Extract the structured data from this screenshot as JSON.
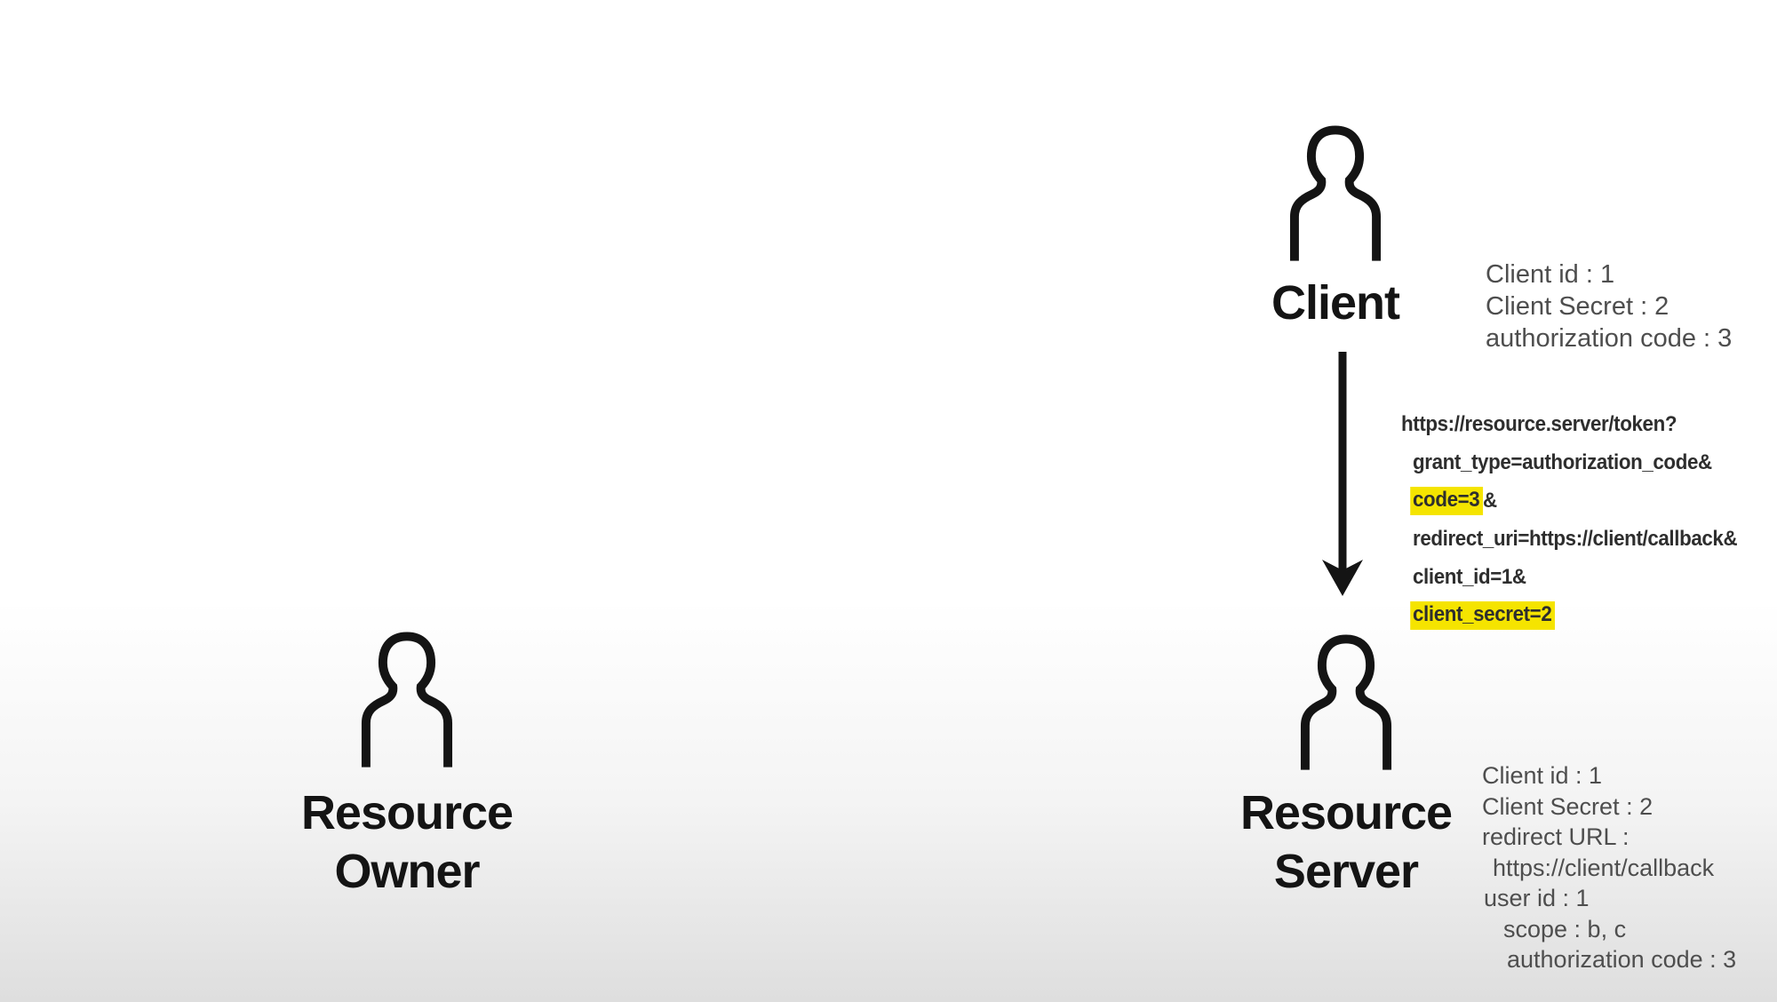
{
  "client": {
    "icon": "person",
    "label": "Client",
    "info": [
      "Client id : 1",
      "Client Secret : 2",
      "authorization code : 3"
    ]
  },
  "request": {
    "lines": [
      {
        "text": "https://resource.server/token?"
      },
      {
        "text": "grant_type=authorization_code&"
      },
      {
        "highlight": "code=3",
        "suffix": "&"
      },
      {
        "text": "redirect_uri=https://client/callback&"
      },
      {
        "text": "client_id=1&"
      },
      {
        "highlight": "client_secret=2",
        "suffix": ""
      }
    ]
  },
  "resource_owner": {
    "icon": "person",
    "label": [
      "Resource",
      "Owner"
    ]
  },
  "resource_server": {
    "icon": "person",
    "label": [
      "Resource",
      "Server"
    ],
    "info": [
      "Client id : 1",
      "Client Secret : 2",
      "redirect URL :",
      "https://client/callback",
      "user id : 1",
      "scope : b, c",
      "authorization code : 3"
    ]
  },
  "colors": {
    "text_primary": "#141414",
    "text_secondary": "#4e4e4e",
    "request_text": "#2e2e2e",
    "highlight": "#f5e400",
    "background_top": "#ffffff",
    "background_bottom": "#dedede"
  }
}
